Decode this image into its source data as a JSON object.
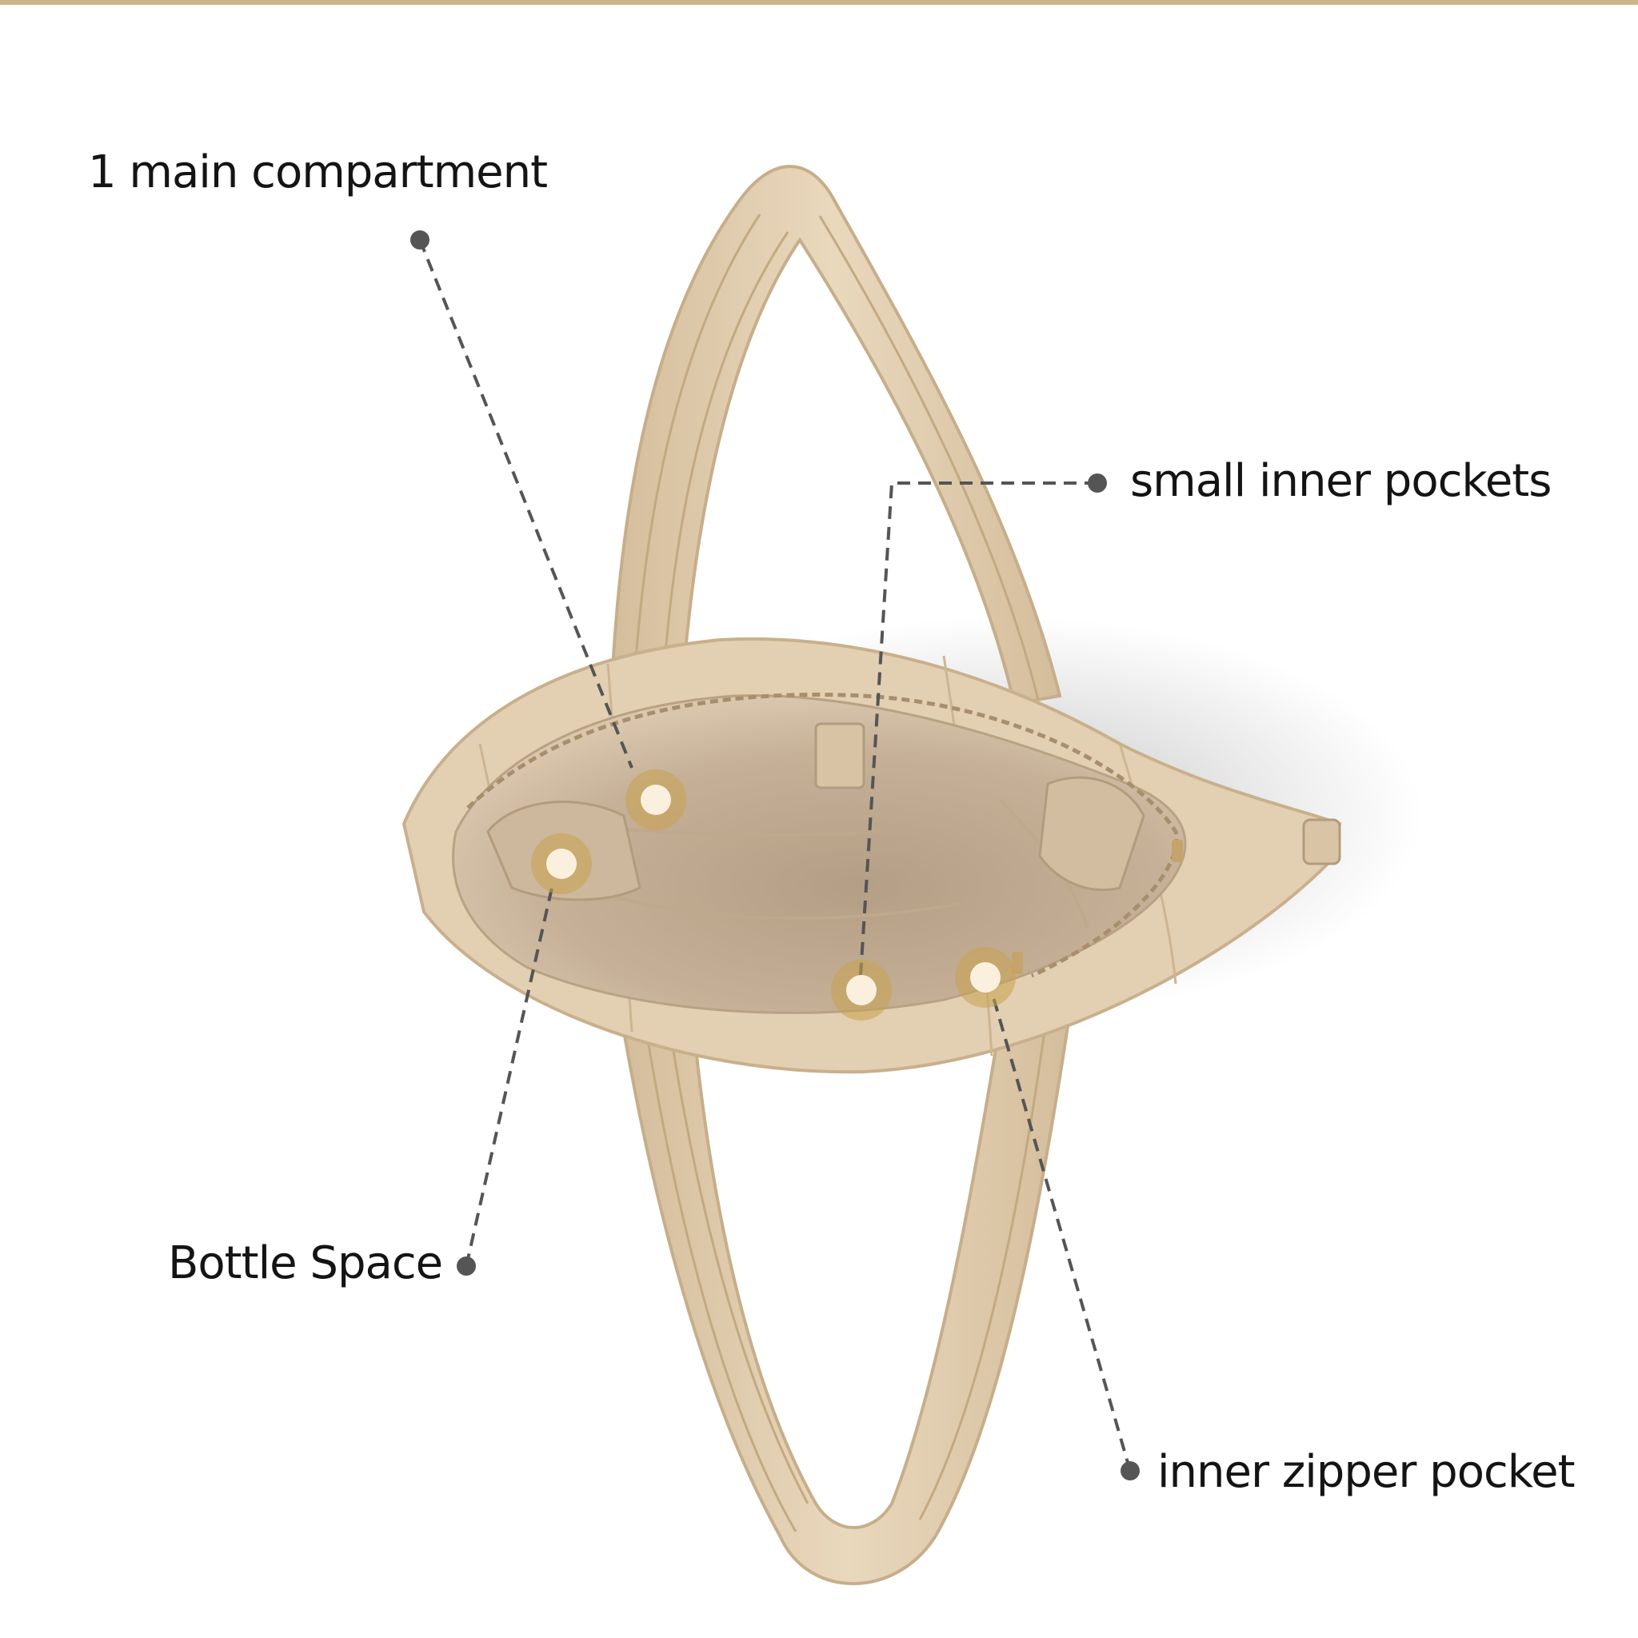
{
  "annotations": {
    "main_compartment": "1 main compartment",
    "small_inner_pockets": "small inner pockets",
    "bottle_space": "Bottle Space",
    "inner_zipper_pocket": "inner zipper pocket"
  },
  "colors": {
    "background": "#ffffff",
    "bag_fabric": "#e3cfb2",
    "bag_interior": "#c6b098",
    "lining": "#d7c5ae",
    "callout_line": "#555555",
    "callout_dot": "#555555",
    "hotspot_ring": "#c9a24e",
    "hotspot_core": "#fbf0de",
    "top_band": "#cbb489"
  },
  "icons": {
    "hotspot": "circle-hotspot-icon",
    "callout_endpoint": "dot-icon"
  }
}
